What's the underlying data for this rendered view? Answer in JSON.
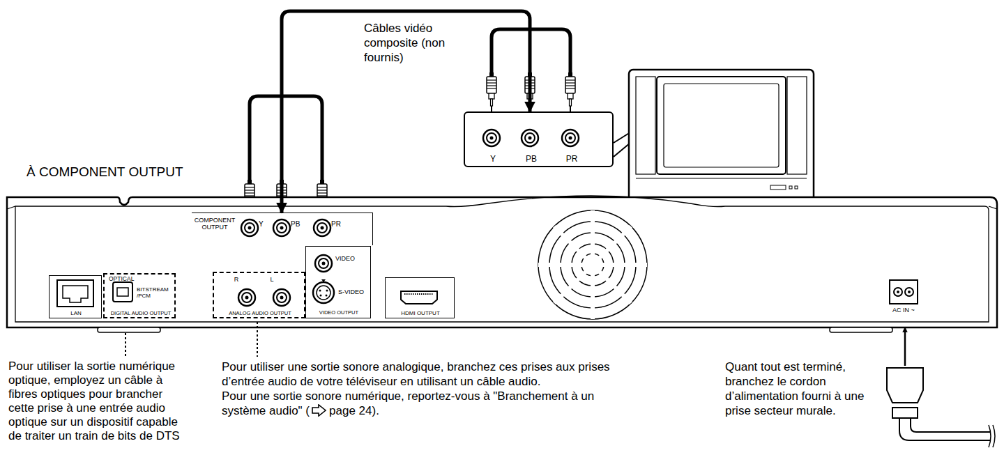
{
  "diagram": {
    "nodes": [
      {
        "text": [
          "COMPONENT OUTPUT",
          "Y",
          "PB",
          "PR"
        ]
      },
      {
        "text": [
          "Y",
          "PB",
          "PR"
        ]
      },
      {
        "text": [
          "LAN"
        ]
      },
      {
        "text": [
          "OPTICAL",
          "BITSTREAM /PCM",
          "DIGITAL AUDIO OUTPUT"
        ]
      },
      {
        "text": [
          "R",
          "L",
          "ANALOG AUDIO OUTPUT"
        ]
      },
      {
        "text": [
          "VIDEO",
          "S-VIDEO",
          "VIDEO OUTPUT"
        ]
      },
      {
        "text": [
          "HDMI OUTPUT"
        ]
      },
      {
        "text": [
          "AC IN ~"
        ]
      }
    ],
    "edges": [
      {
        "from": 0,
        "to": 1,
        "arrow": "both"
      }
    ],
    "labels": [
      "Câbles vidéo composite (non fournis)",
      "À COMPONENT OUTPUT",
      "Pour utiliser la sortie numérique optique, employez un câble à fibres optiques pour brancher cette prise à une entrée audio optique sur un dispositif capable de traiter un train de bits de DTS",
      "Pour utiliser une sortie sonore analogique, branchez ces prises aux prises d’entrée audio de votre téléviseur en utilisant un câble audio.",
      "Pour une sortie sonore numérique, reportez-vous à \"Branchement à un système audio\" (",
      "page 24).",
      "Quant tout est terminé, branchez le cordon d’alimentation fourni à une prise secteur murale."
    ]
  }
}
